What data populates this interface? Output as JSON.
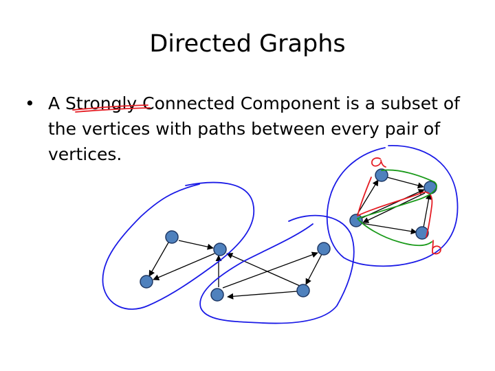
{
  "slide": {
    "title": "Directed Graphs",
    "bullet_symbol": "•",
    "bullet_text": "A Strongly Connected Component is a subset of the vertices with paths between every pair of vertices."
  },
  "colors": {
    "node_fill": "#4f81bd",
    "ink_blue": "#1a1ae6",
    "ink_red": "#e51c23",
    "ink_green": "#1a9a1a"
  },
  "handwritten_labels": [
    "a",
    "b"
  ]
}
